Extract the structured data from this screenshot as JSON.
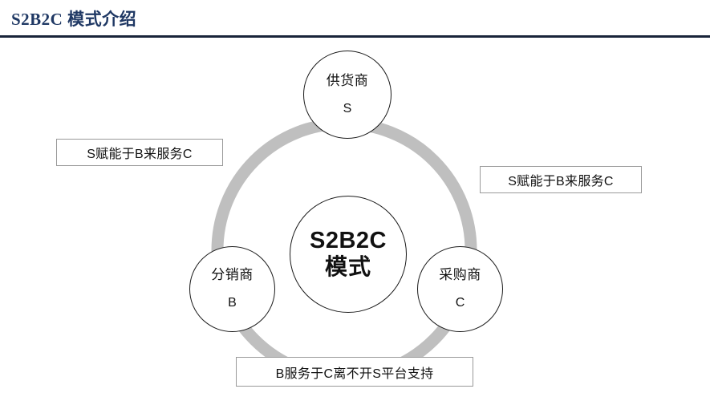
{
  "header": {
    "title": "S2B2C 模式介绍",
    "title_color": "#1F3864",
    "rule_color": "#19243A"
  },
  "diagram": {
    "type": "cycle-hub-and-spoke",
    "ring_color": "#BFBFBF",
    "center": {
      "line1": "S2B2C",
      "line2": "模式"
    },
    "nodes": [
      {
        "id": "supplier",
        "name": "供货商",
        "code": "S",
        "position": "top"
      },
      {
        "id": "distributor",
        "name": "分销商",
        "code": "B",
        "position": "bottom-left"
      },
      {
        "id": "buyer",
        "name": "采购商",
        "code": "C",
        "position": "bottom-right"
      }
    ],
    "callouts": [
      {
        "id": "left",
        "text": "S赋能于B来服务C",
        "position": "left"
      },
      {
        "id": "right",
        "text": "S赋能于B来服务C",
        "position": "right"
      },
      {
        "id": "bottom",
        "text": "B服务于C离不开S平台支持",
        "position": "bottom"
      }
    ]
  }
}
